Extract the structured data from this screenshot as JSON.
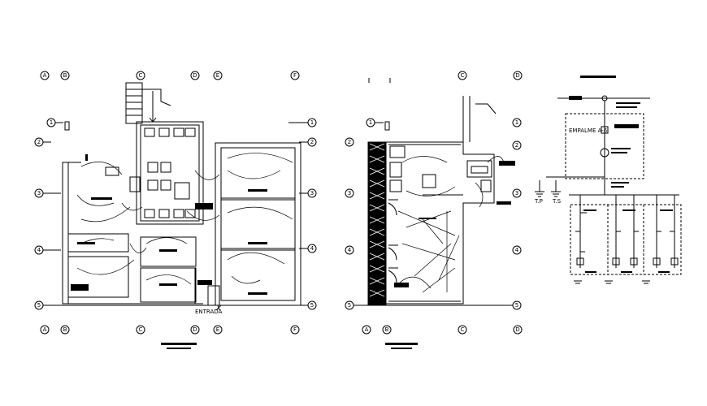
{
  "plan1": {
    "col_top": [
      "A",
      "B",
      "C",
      "D",
      "E",
      "F"
    ],
    "col_bottom": [
      "A",
      "B",
      "C",
      "D",
      "E",
      "F"
    ],
    "row_left": [
      "1",
      "2",
      "3",
      "4",
      "5"
    ],
    "row_right": [
      "1",
      "2",
      "3",
      "4",
      "5"
    ],
    "entrance_label": "ENTRADA"
  },
  "plan2": {
    "col_top": [
      "C",
      "D"
    ],
    "col_bottom": [
      "A",
      "B",
      "C",
      "D"
    ],
    "row_left": [
      "1",
      "2",
      "3",
      "4",
      "5"
    ],
    "row_right": [
      "1",
      "2",
      "3",
      "4",
      "5"
    ]
  },
  "schematic": {
    "meter_label": "EMPALME A-6",
    "ground_labels": [
      "T.P",
      "T.S"
    ]
  },
  "colors": {
    "line": "#000000",
    "background": "#ffffff"
  }
}
